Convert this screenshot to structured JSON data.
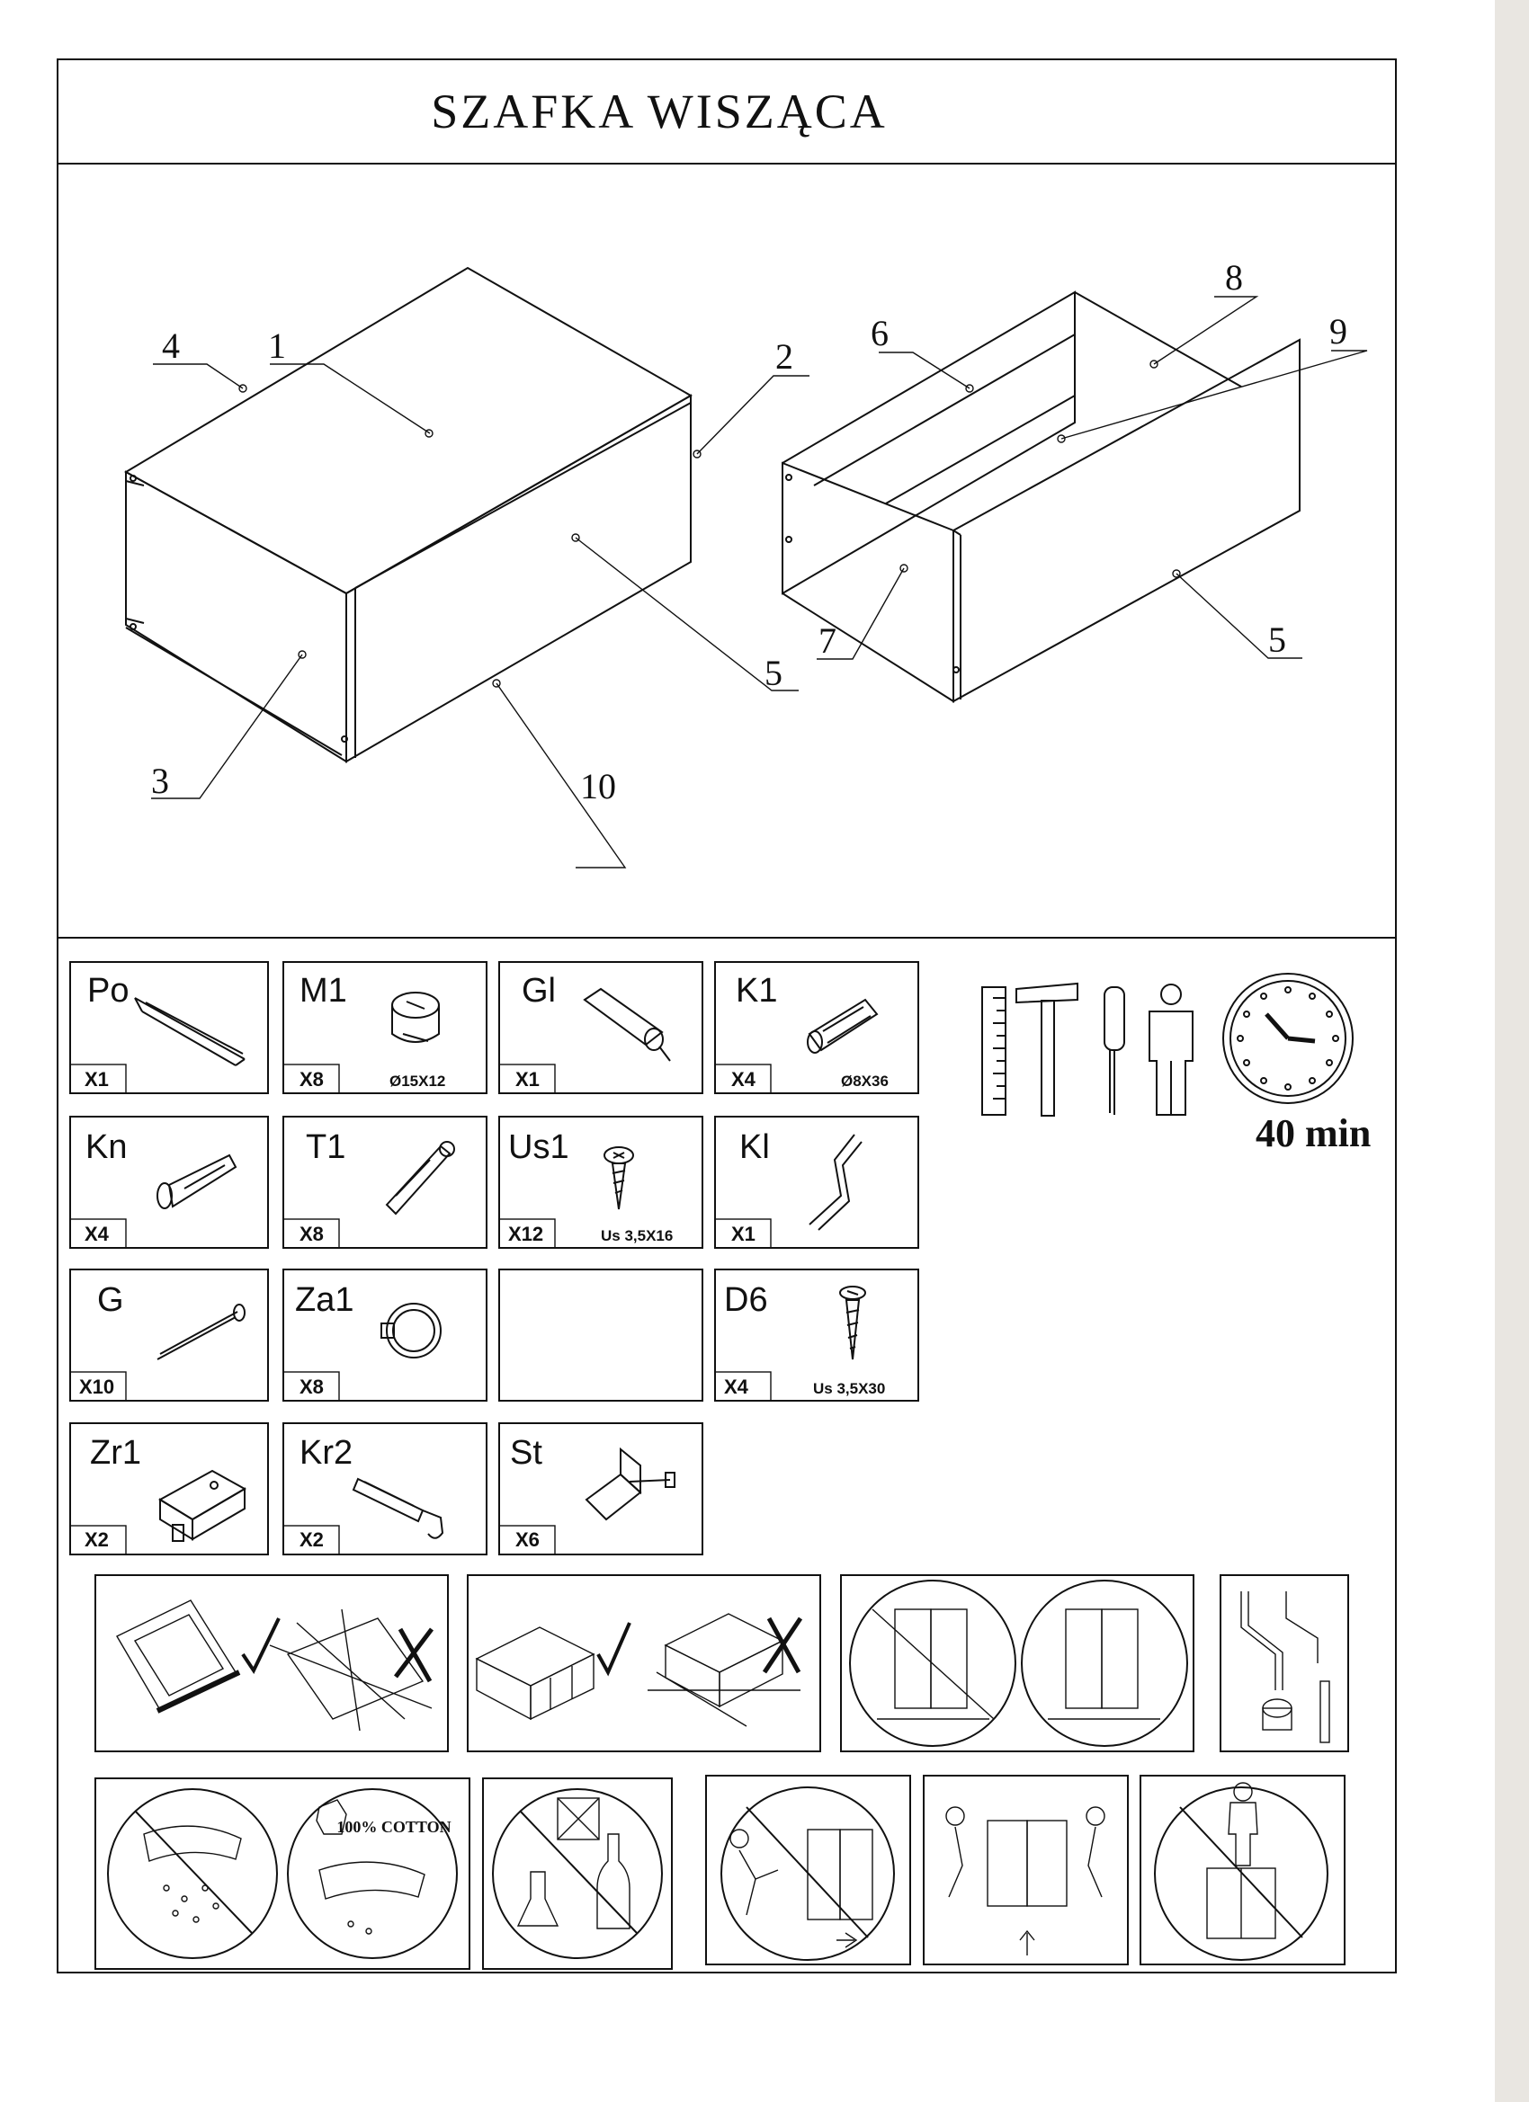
{
  "title": "SZAFKA WISZĄCA",
  "callouts": {
    "c1": "1",
    "c2": "2",
    "c3": "3",
    "c4": "4",
    "c5a": "5",
    "c5b": "5",
    "c6": "6",
    "c7": "7",
    "c8": "8",
    "c9": "9",
    "c10": "10"
  },
  "parts": [
    {
      "code": "Po",
      "qty": "X1",
      "dim": "",
      "icon": "slide-rail-icon"
    },
    {
      "code": "M1",
      "qty": "X8",
      "dim": "Ø15X12",
      "icon": "cam-lock-icon"
    },
    {
      "code": "Gl",
      "qty": "X1",
      "dim": "",
      "icon": "glue-tube-icon"
    },
    {
      "code": "K1",
      "qty": "X4",
      "dim": "Ø8X36",
      "icon": "wooden-dowel-icon"
    },
    {
      "code": "Kn",
      "qty": "X4",
      "dim": "",
      "icon": "knob-bolt-icon"
    },
    {
      "code": "T1",
      "qty": "X8",
      "dim": "",
      "icon": "cam-bolt-icon"
    },
    {
      "code": "Us1",
      "qty": "X12",
      "dim": "Us 3,5X16",
      "icon": "short-screw-icon"
    },
    {
      "code": "Kl",
      "qty": "X1",
      "dim": "",
      "icon": "allen-key-icon"
    },
    {
      "code": "G",
      "qty": "X10",
      "dim": "",
      "icon": "nail-icon"
    },
    {
      "code": "Za1",
      "qty": "X8",
      "dim": "",
      "icon": "cap-ring-icon"
    },
    {
      "code": "",
      "qty": "",
      "dim": "",
      "icon": "empty-slot"
    },
    {
      "code": "D6",
      "qty": "X4",
      "dim": "Us 3,5X30",
      "icon": "long-screw-icon"
    },
    {
      "code": "Zr1",
      "qty": "X2",
      "dim": "",
      "icon": "hanger-bracket-icon"
    },
    {
      "code": "Kr2",
      "qty": "X2",
      "dim": "",
      "icon": "wall-hook-icon"
    },
    {
      "code": "St",
      "qty": "X6",
      "dim": "",
      "icon": "corner-bracket-icon"
    }
  ],
  "tools": {
    "icons": [
      "ruler-icon",
      "hammer-icon",
      "screwdriver-icon",
      "two-persons-icon",
      "clock-icon"
    ],
    "time": "40 min"
  },
  "instructions": {
    "cotton_label": "100% COTTON",
    "icons": [
      "assemble-on-soft-surface-icon",
      "assemble-on-flat-surface-icon",
      "anchor-to-wall-icon",
      "use-included-tools-icon",
      "no-wet-cloth-icon",
      "no-chemicals-icon",
      "do-not-push-icon",
      "lift-with-two-people-icon",
      "do-not-stand-on-icon"
    ]
  }
}
